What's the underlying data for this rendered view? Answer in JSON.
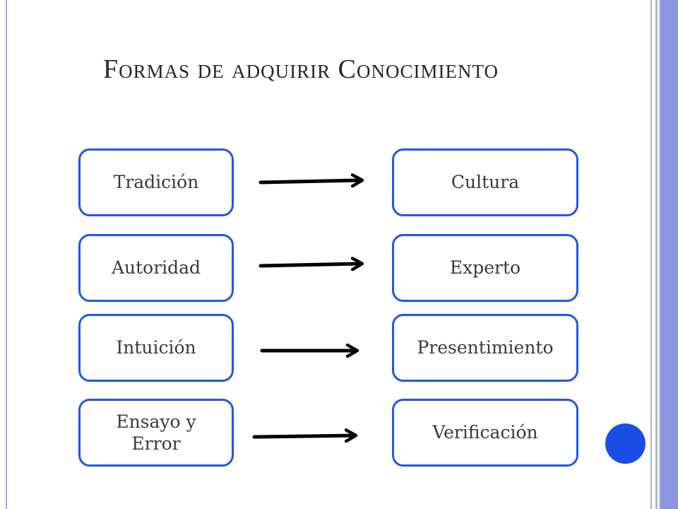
{
  "title": "Formas de adquirir Conocimiento",
  "rows": [
    {
      "source": "Tradición",
      "target": "Cultura"
    },
    {
      "source": "Autoridad",
      "target": "Experto"
    },
    {
      "source": "Intuición",
      "target": "Presentimiento"
    },
    {
      "source": "Ensayo y Error",
      "target": "Verificación"
    }
  ],
  "colors": {
    "box_border": "#2357e0",
    "text": "#3a3a3a",
    "frame": "#8c97df",
    "dot": "#1a4ce6",
    "arrow": "#000000"
  },
  "icons": {
    "arrow": "right-arrow-icon",
    "decoration": "circle-dot-icon"
  }
}
